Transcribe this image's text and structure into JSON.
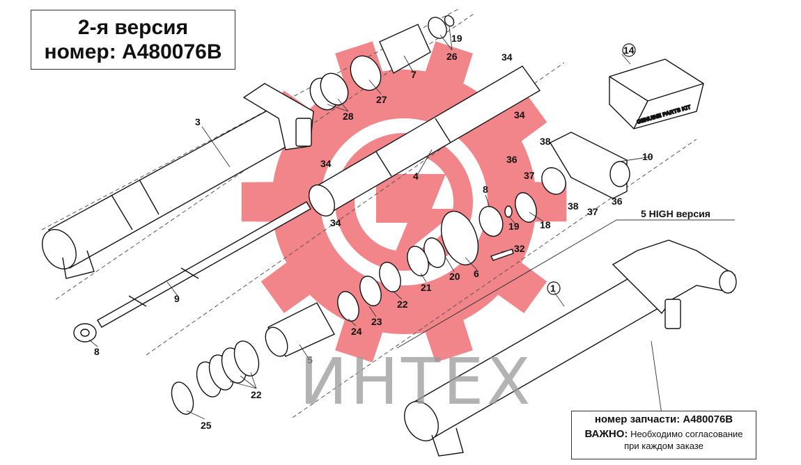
{
  "header": {
    "version_line": "2-я версия",
    "number_line": "номер: A480076B"
  },
  "watermark": {
    "text": "ИНТЕХ",
    "gear_color": "#e8232a"
  },
  "variant_label": "5 HIGH версия",
  "kit_label": "GENUINE PARTS KIT",
  "info": {
    "part_number": "номер запчасти: A480076B",
    "important_label": "ВАЖНО:",
    "important_text": "Необходимо согласование",
    "important_text2": "при каждом заказе"
  },
  "callouts": {
    "c1": "1",
    "c3": "3",
    "c4": "4",
    "c5": "5",
    "c6": "6",
    "c7": "7",
    "c8a": "8",
    "c8b": "8",
    "c9": "9",
    "c10": "10",
    "c14": "14",
    "c18": "18",
    "c19a": "19",
    "c19b": "19",
    "c20": "20",
    "c21": "21",
    "c22a": "22",
    "c22b": "22",
    "c23": "23",
    "c24": "24",
    "c25": "25",
    "c26": "26",
    "c27": "27",
    "c28": "28",
    "c32": "32",
    "c34a": "34",
    "c34b": "34",
    "c34c": "34",
    "c34d": "34",
    "c36a": "36",
    "c36b": "36",
    "c37a": "37",
    "c37b": "37",
    "c38a": "38",
    "c38b": "38"
  }
}
